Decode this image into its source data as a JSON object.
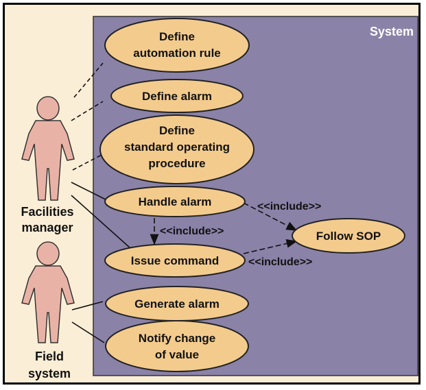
{
  "system": {
    "label": "System"
  },
  "actors": {
    "facilities_manager": {
      "line1": "Facilities",
      "line2": "manager"
    },
    "field_system": {
      "line1": "Field",
      "line2": "system"
    }
  },
  "use_cases": {
    "define_automation_rule": {
      "line1": "Define",
      "line2": "automation rule"
    },
    "define_alarm": {
      "line1": "Define alarm"
    },
    "define_sop": {
      "line1": "Define",
      "line2": "standard operating",
      "line3": "procedure"
    },
    "handle_alarm": {
      "line1": "Handle alarm"
    },
    "issue_command": {
      "line1": "Issue command"
    },
    "follow_sop": {
      "line1": "Follow SOP"
    },
    "generate_alarm": {
      "line1": "Generate alarm"
    },
    "notify_change": {
      "line1": "Notify change",
      "line2": "of value"
    }
  },
  "relations": {
    "include_1": "<<include>>",
    "include_2": "<<include>>",
    "include_3": "<<include>>"
  },
  "colors": {
    "system_fill": "#8b82a8",
    "use_case_fill": "#f3cb8d",
    "actor_fill": "#e8b3a6",
    "background": "#fbeed6"
  }
}
